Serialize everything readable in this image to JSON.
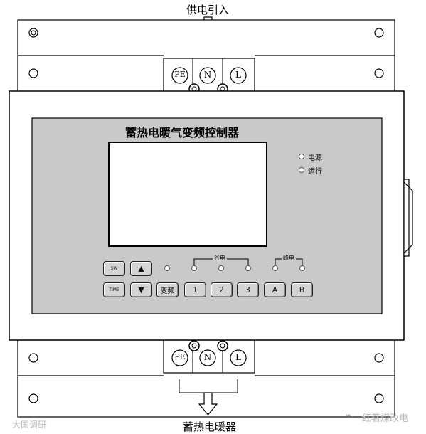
{
  "supply_label": "供电引入",
  "output_label": "蓄热电暖器",
  "panel_title": "蓄热电暖气变频控制器",
  "terminals_top": [
    "PE",
    "N",
    "L"
  ],
  "terminals_bottom": [
    "PE",
    "N",
    "L"
  ],
  "indicators": {
    "power": "电源",
    "run": "运行"
  },
  "group_valley": "谷电",
  "group_peak": "峰电",
  "buttons": {
    "sw": "SW",
    "time": "TIME",
    "up": "▲",
    "down": "▼",
    "freq": "变频",
    "b1": "1",
    "b2": "2",
    "b3": "3",
    "bA": "A",
    "bB": "B"
  },
  "watermark_left": "大国调研",
  "watermark_right": "红茗煤改电"
}
